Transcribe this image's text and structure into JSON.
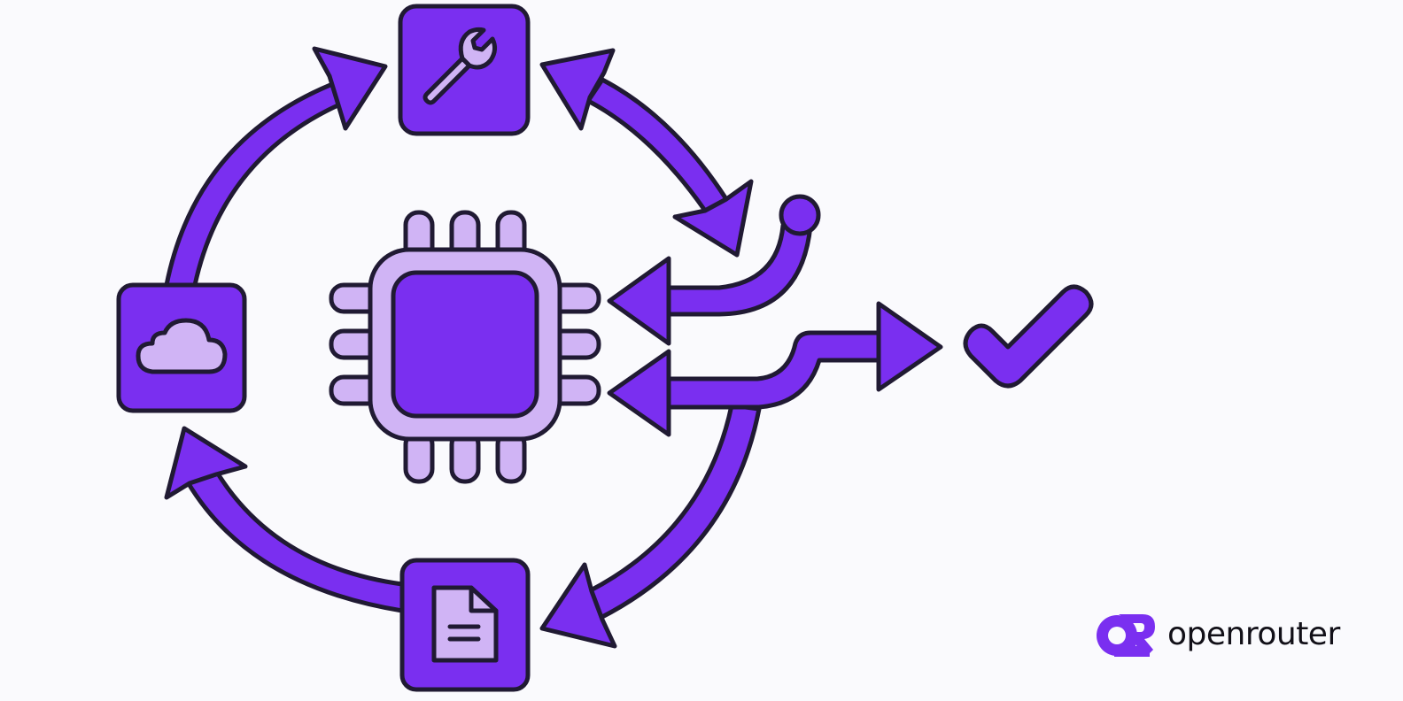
{
  "colors": {
    "primary": "#7a2ff0",
    "light": "#d0b4f5",
    "outline": "#201a33",
    "background": "#fafafd",
    "brand_text": "#121018"
  },
  "nodes": [
    {
      "id": "tool",
      "icon": "wrench-icon"
    },
    {
      "id": "cloud",
      "icon": "cloud-icon"
    },
    {
      "id": "document",
      "icon": "document-icon"
    },
    {
      "id": "processor",
      "icon": "chip-icon"
    },
    {
      "id": "result",
      "icon": "checkmark-icon"
    }
  ],
  "brand": {
    "name": "openrouter",
    "logo_icon": "openrouter-logo-icon"
  }
}
